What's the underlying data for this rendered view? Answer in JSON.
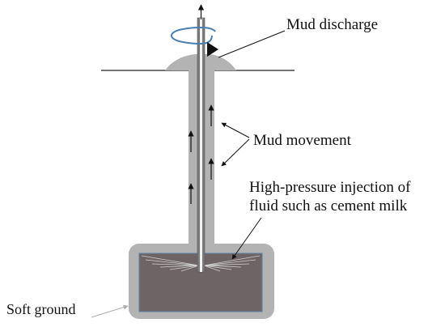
{
  "labels": {
    "mud_discharge": "Mud discharge",
    "mud_movement": "Mud movement",
    "injection_line1": "High-pressure injection of",
    "injection_line2": "fluid such as cement milk",
    "soft_ground": "Soft ground"
  },
  "colors": {
    "background": "#ffffff",
    "mud_grey": "#b3b3b3",
    "column_dark": "#6e6466",
    "column_edge": "#5b7fa6",
    "rod": "#777777",
    "line": "#111111",
    "rotation_arrow": "#4a7fb0",
    "leader_light": "#aaaaaa"
  },
  "icons": {
    "rotation": "curved-rotation-arrow-icon",
    "mud_flow": "up-arrow-icon"
  }
}
